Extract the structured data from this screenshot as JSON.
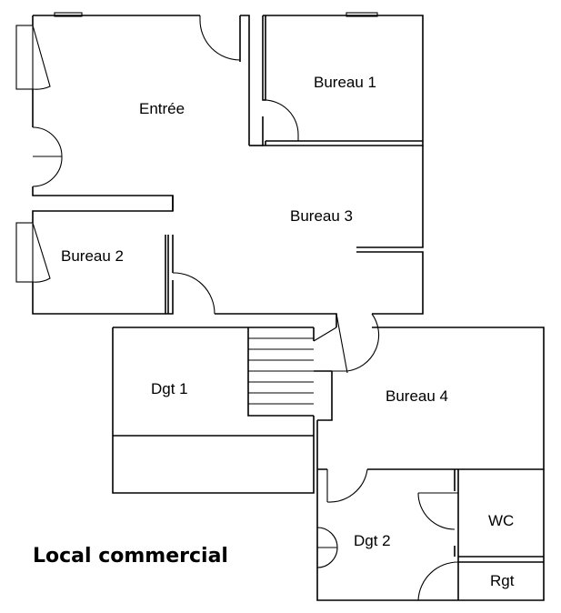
{
  "plan": {
    "title": "Local commercial",
    "rooms": {
      "entree": "Entrée",
      "bureau1": "Bureau 1",
      "bureau2": "Bureau 2",
      "bureau3": "Bureau 3",
      "bureau4": "Bureau 4",
      "dgt1": "Dgt 1",
      "dgt2": "Dgt 2",
      "wc": "WC",
      "rgt": "Rgt"
    }
  }
}
